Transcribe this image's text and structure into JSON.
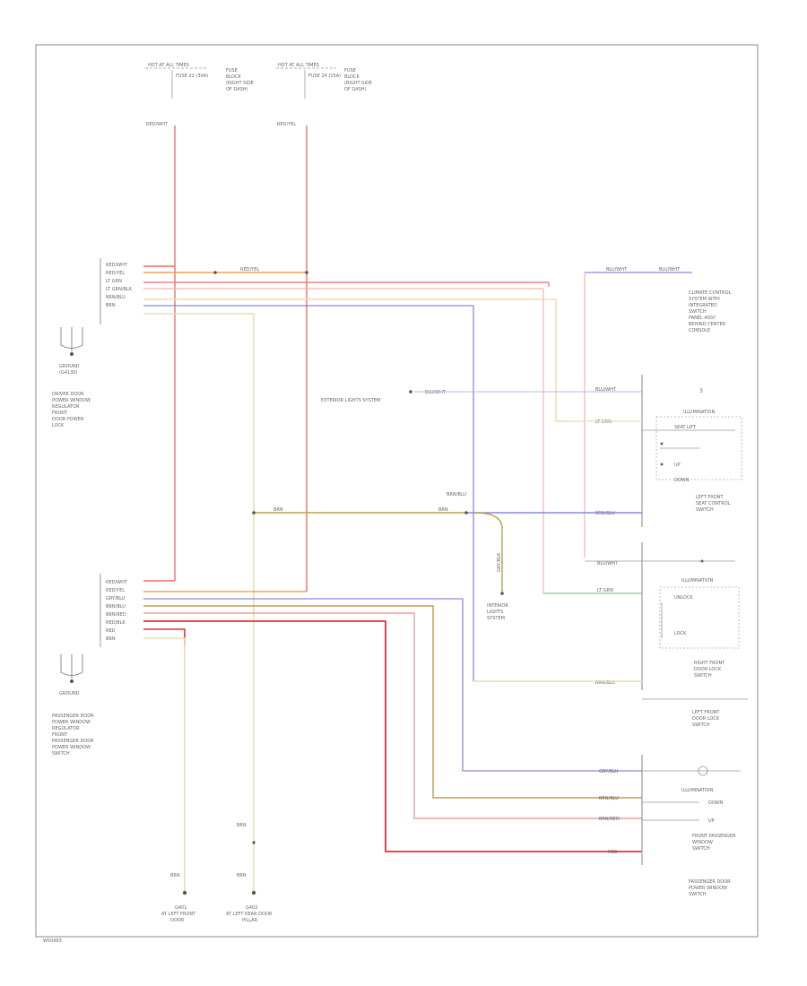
{
  "colors": {
    "red": "#f06b6b",
    "red_dark": "#e0303a",
    "orange": "#f0a050",
    "tan": "#e9ddb0",
    "olive": "#b8a24a",
    "blue": "#8a88dc",
    "green": "#7ad07a",
    "pink": "#f2b3b3",
    "frame": "#8a8a8a",
    "text": "#666666"
  },
  "footer": {
    "code": "W50483"
  },
  "fuse_boxes": {
    "left": {
      "title": "HOT AT ALL TIMES",
      "fuse": "FUSE 22 (30A)",
      "notes": [
        "FUSE",
        "BLOCK",
        "(RIGHT SIDE",
        "OF DASH)"
      ],
      "wire": "RED/WHT"
    },
    "right": {
      "title": "HOT AT ALL TIMES",
      "fuse": "FUSE 24 (15A)",
      "notes": [
        "FUSE",
        "BLOCK",
        "(RIGHT SIDE",
        "OF DASH)"
      ],
      "wire": "RED/YEL"
    }
  },
  "driver_switch": {
    "title": "DRIVER SIDE POWER SEAT SWITCH",
    "ground_label": "GROUND",
    "ground_sub": "(G4130)",
    "desc": [
      "DRIVER DOOR",
      "POWER WINDOW",
      "REGULATOR",
      "FRONT",
      "DOOR POWER",
      "LOCK"
    ],
    "pins": [
      "RED/WHT",
      "RED/YEL",
      "LT GRN",
      "LT GRN/BLK",
      "BRN/BLU",
      "BRN"
    ]
  },
  "passenger_switch": {
    "desc": [
      "PASSENGER DOOR",
      "POWER WINDOW",
      "REGULATOR",
      "FRONT",
      "PASSENGER DOOR",
      "POWER WINDOW",
      "SWITCH"
    ],
    "ground_label": "GROUND",
    "pins": [
      "RED/WHT",
      "RED/YEL",
      "GRY/BLU",
      "BRN/BLU",
      "BRN/RED",
      "RED/BLK",
      "RED",
      "BRN"
    ]
  },
  "wires": {
    "splice_top": "RED/YEL",
    "blu_wht": "BLU/WHT",
    "lt_grn": "LT GRN",
    "brn": "BRN",
    "brn_blu": "BRN/BLU",
    "gry_blu": "GRY/BLU",
    "brn_red": "BRN/RED",
    "red_blk": "RED/BLK",
    "red": "RED"
  },
  "illum_controller": {
    "label": "EXTERIOR LIGHTS SYSTEM",
    "wire": "BLU/WHT"
  },
  "interior_lights": {
    "wire": "GRY/BLK",
    "label": [
      "INTERIOR",
      "LIGHTS",
      "SYSTEM"
    ]
  },
  "top_right_connector": {
    "wire_left": "BLU/WHT",
    "wire_right": "BLU/WHT",
    "notes": [
      "CLIMATE CONTROL",
      "SYSTEM WITH",
      "INTEGRATED",
      "SWITCH",
      "PANEL ASSY",
      "BEHIND CENTER",
      "CONSOLE"
    ]
  },
  "mirror_switch": {
    "title": [
      "LEFT FRONT",
      "SEAT CONTROL",
      "SWITCH"
    ],
    "illumination": "ILLUMINATION",
    "contacts": [
      "SEAT LIFT",
      "UP",
      "DOWN"
    ],
    "wires": [
      "BLU/WHT",
      "LT GRN",
      "BRN/BLU"
    ]
  },
  "lf_lock_switch": {
    "illumination": "ILLUMINATION",
    "title": [
      "RIGHT FRONT",
      "DOOR LOCK",
      "SWITCH"
    ],
    "contacts": [
      "UNLOCK",
      "LOCK"
    ],
    "wires": [
      "BLU/WHT",
      "LT GRN",
      "BRN/BLU"
    ],
    "group_title": [
      "LEFT FRONT",
      "DOOR LOCK",
      "SWITCH"
    ]
  },
  "pass_window_switch": {
    "illumination": "ILLUMINATION",
    "contacts": [
      "DOWN",
      "UP"
    ],
    "title": [
      "FRONT PASSENGER",
      "WINDOW",
      "SWITCH"
    ],
    "group_title": [
      "PASSENGER DOOR",
      "POWER WINDOW",
      "SWITCH"
    ],
    "wires": [
      "GRY/BLU",
      "BRN/BLU",
      "BRN/RED",
      "RED"
    ]
  },
  "grounds": {
    "g1": {
      "wire": "BRN",
      "label": [
        "G401",
        "AT LEFT FRONT",
        "DOOR"
      ]
    },
    "g2": {
      "wire": "BRN",
      "label": [
        "G402",
        "AT LEFT REAR DOOR",
        "PILLAR"
      ]
    }
  }
}
